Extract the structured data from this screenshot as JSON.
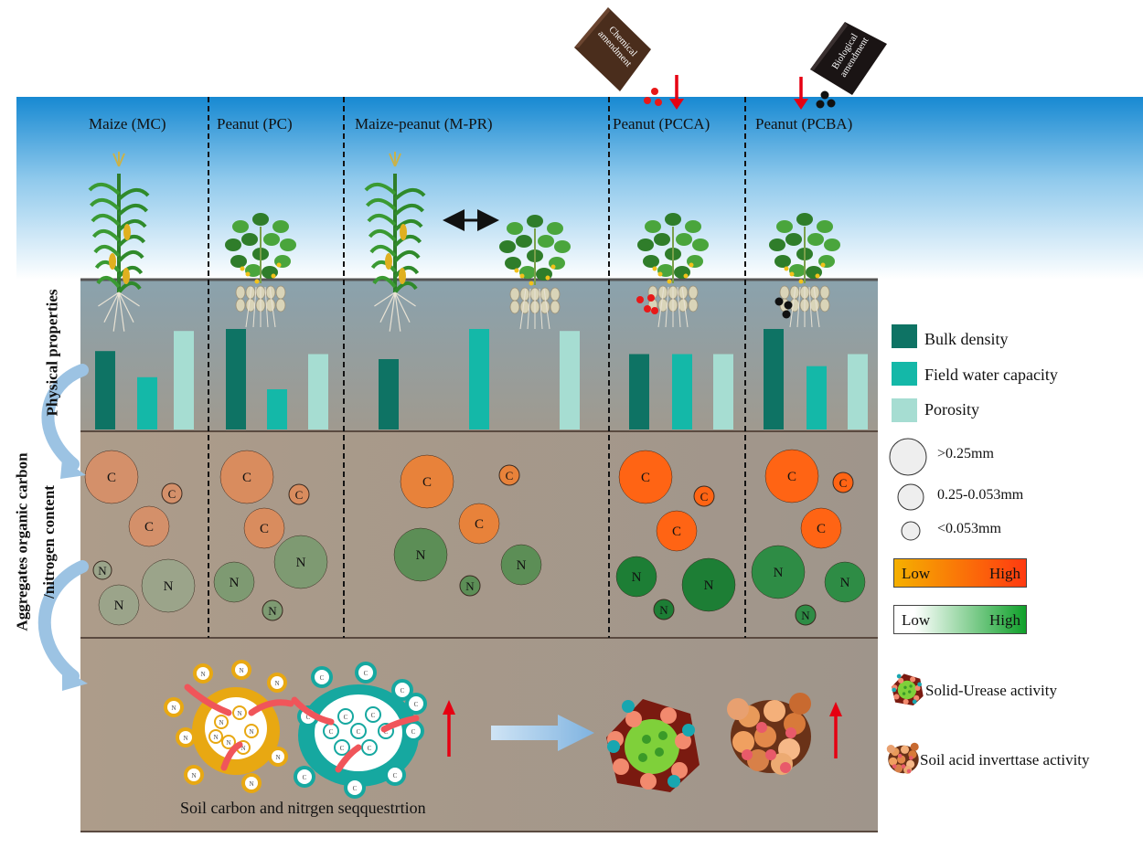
{
  "columns": [
    {
      "label": "Maize (MC)"
    },
    {
      "label": "Peanut (PC)"
    },
    {
      "label": "Maize-peanut (M-PR)"
    },
    {
      "label": "Peanut (PCCA)"
    },
    {
      "label": "Peanut (PCBA)"
    }
  ],
  "amendments": {
    "chemical": "Chemical amendment",
    "biological": "Biological amendment"
  },
  "side_labels": {
    "physical": "Physical properties",
    "aggregates_line1": "Aggregates organic carbon",
    "aggregates_line2": "/nitrogen content"
  },
  "legend": {
    "bulk_density": "Bulk density",
    "field_water_capacity": "Field water capacity",
    "porosity": "Porosity",
    "size_large": ">0.25mm",
    "size_medium": "0.25-0.053mm",
    "size_small": "<0.053mm",
    "carbon_low": "Low",
    "carbon_high": "High",
    "nitrogen_low": "Low",
    "nitrogen_high": "High",
    "urease": "Solid-Urease activity",
    "invertase": "Soil acid inverttase activity"
  },
  "nutrient_letters": {
    "carbon": "C",
    "nitrogen": "N"
  },
  "sequestration_label": "Soil carbon and nitrgen seqquestrtion",
  "colors": {
    "bulk_density": "#0e7364",
    "field_water_capacity": "#14b8a8",
    "porosity": "#a6ddd2",
    "sky_top": "#1f8fd4",
    "soil": "#a59484",
    "carbon_low": "#f5a800",
    "carbon_high": "#ff4a10",
    "nitrogen_low": "#ffffff",
    "nitrogen_high": "#16a030"
  },
  "chart_data": {
    "type": "bar",
    "categories": [
      "Maize (MC)",
      "Peanut (PC)",
      "Maize-peanut (M-PR)",
      "Peanut (PCCA)",
      "Peanut (PCBA)"
    ],
    "series": [
      {
        "name": "Bulk density",
        "values": [
          0.78,
          1.0,
          0.7,
          0.75,
          1.0
        ]
      },
      {
        "name": "Field water capacity",
        "values": [
          0.52,
          0.4,
          1.0,
          0.75,
          0.63
        ]
      },
      {
        "name": "Porosity",
        "values": [
          0.98,
          0.75,
          0.98,
          0.75,
          0.75
        ]
      }
    ],
    "ylim": [
      0,
      1
    ]
  }
}
